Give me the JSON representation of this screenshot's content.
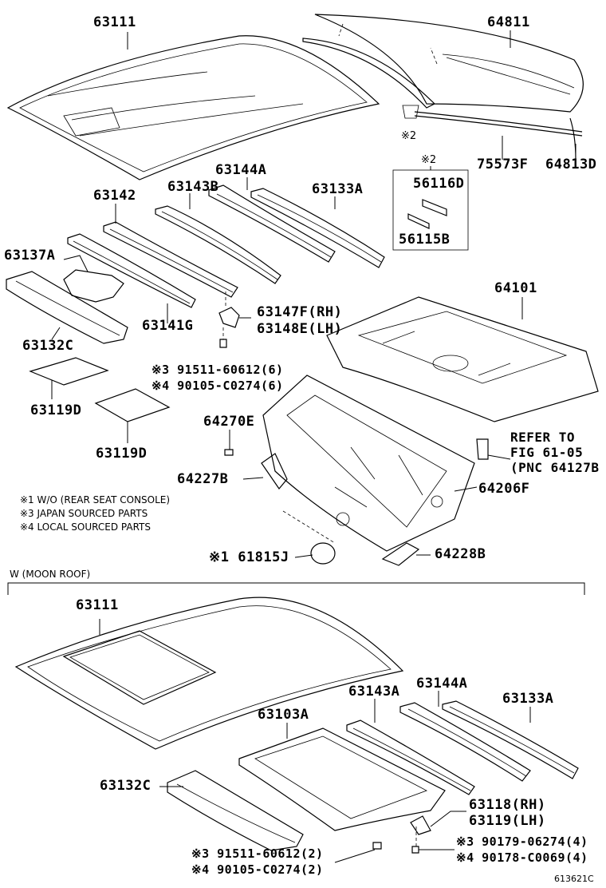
{
  "diagram_id": "613621C",
  "section_moon_roof": "W (MOON ROOF)",
  "notes": [
    "※1 W/O (REAR SEAT CONSOLE)",
    "※3 JAPAN SOURCED PARTS",
    "※4 LOCAL SOURCED PARTS"
  ],
  "refer": {
    "line1": "REFER TO",
    "line2": "FIG 61-05",
    "line3": "(PNC 64127B"
  },
  "parts_top": {
    "p63111": "63111",
    "p64811": "64811",
    "p64813D": "64813D",
    "p75573F": "75573F",
    "note2_roof": "※2",
    "note2_box": "※2",
    "p56116D": "56116D",
    "p56115B": "56115B",
    "p63142": "63142",
    "p63143B": "63143B",
    "p63144A": "63144A",
    "p63133A": "63133A",
    "p63137A": "63137A",
    "p63132C": "63132C",
    "p63141G": "63141G",
    "p63147F": "63147F(RH)",
    "p63148E": "63148E(LH)",
    "p91511_a": "※3 91511-60612(6)",
    "p90105_a": "※4 90105-C0274(6)",
    "p64101": "64101",
    "p63119D_a": "63119D",
    "p63119D_b": "63119D",
    "p64270E": "64270E",
    "p64227B": "64227B",
    "p64206F": "64206F",
    "p61815J": "※1 61815J",
    "p64228B": "64228B"
  },
  "parts_moon": {
    "p63111": "63111",
    "p63103A": "63103A",
    "p63143A": "63143A",
    "p63144A": "63144A",
    "p63133A": "63133A",
    "p63132C": "63132C",
    "p63118": "63118(RH)",
    "p63119": "63119(LH)",
    "p91511_b": "※3 91511-60612(2)",
    "p90105_b": "※4 90105-C0274(2)",
    "p90179": "※3 90179-06274(4)",
    "p90178": "※4 90178-C0069(4)"
  }
}
